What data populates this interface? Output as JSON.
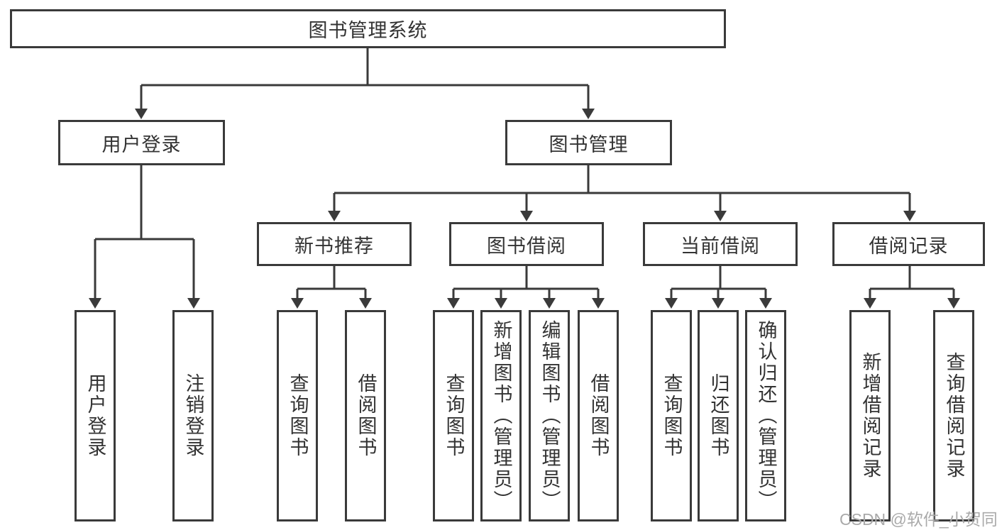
{
  "tree": {
    "root": {
      "label": "图书管理系统"
    },
    "level2": [
      {
        "label": "用户登录",
        "children": [
          {
            "label": "用户登录"
          },
          {
            "label": "注销登录"
          }
        ]
      },
      {
        "label": "图书管理",
        "children": [
          {
            "label": "新书推荐",
            "children": [
              {
                "label": "查询图书"
              },
              {
                "label": "借阅图书"
              }
            ]
          },
          {
            "label": "图书借阅",
            "children": [
              {
                "label": "查询图书"
              },
              {
                "label": "新增图书（管理员）"
              },
              {
                "label": "编辑图书（管理员）"
              },
              {
                "label": "借阅图书"
              }
            ]
          },
          {
            "label": "当前借阅",
            "children": [
              {
                "label": "查询图书"
              },
              {
                "label": "归还图书"
              },
              {
                "label": "确认归还（管理员）"
              }
            ]
          },
          {
            "label": "借阅记录",
            "children": [
              {
                "label": "新增借阅记录"
              },
              {
                "label": "查询借阅记录"
              }
            ]
          }
        ]
      }
    ]
  },
  "watermark": {
    "text": "CSDN @软件_小贺同学"
  },
  "colors": {
    "line": "#3a3a3a",
    "text": "#333333",
    "watermark": "#aaaaaa",
    "background": "#ffffff"
  }
}
